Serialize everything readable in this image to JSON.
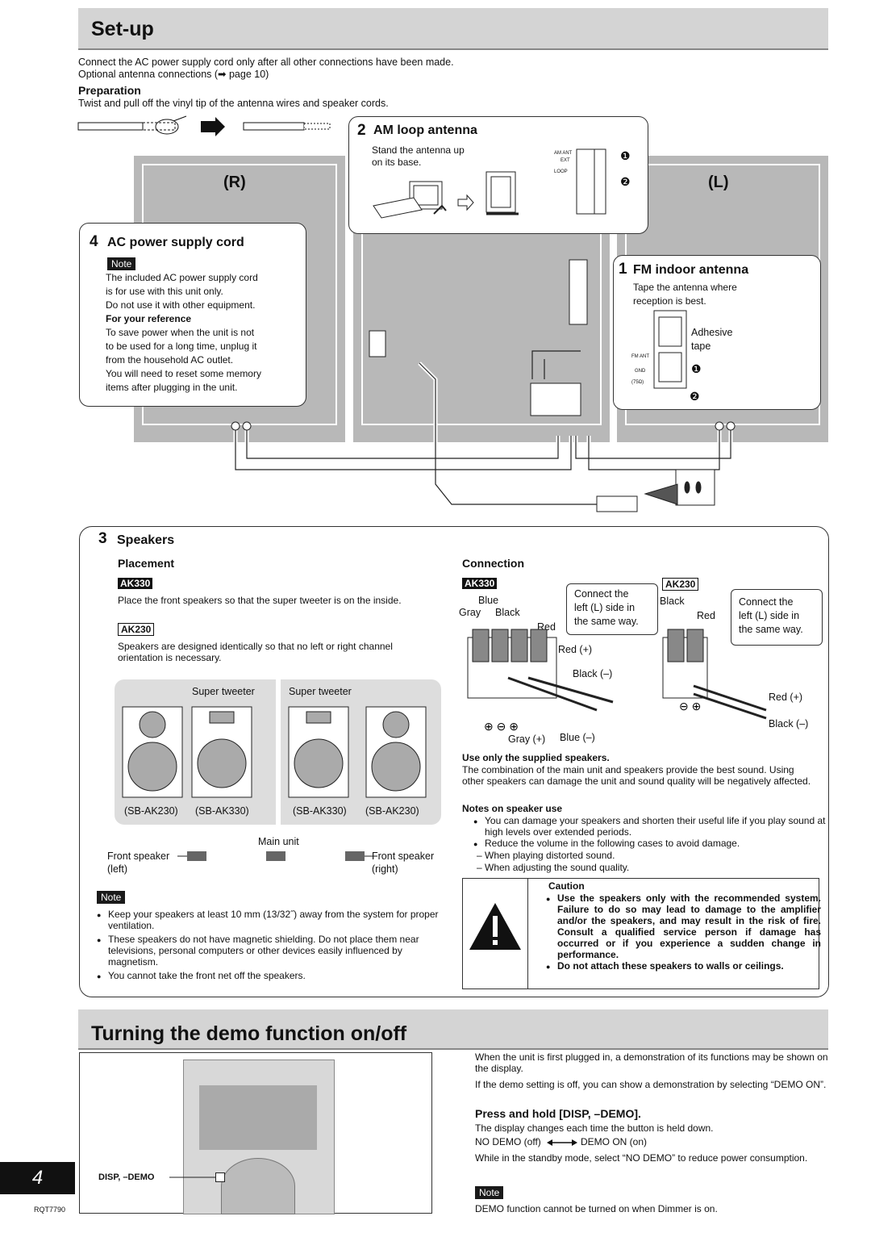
{
  "setup": {
    "title": "Set-up",
    "intro1": "Connect the AC power supply cord only after all other connections have been made.",
    "intro2": "Optional antenna connections (➡ page 10)",
    "prep_title": "Preparation",
    "prep_text": "Twist and pull off the vinyl tip of the antenna wires and speaker cords.",
    "label_r": "(R)",
    "label_l": "(L)"
  },
  "am": {
    "num": "2",
    "title": "AM loop antenna",
    "text1": "Stand the antenna up",
    "text2": "on its base.",
    "term1": "AM ANT",
    "term2": "EXT",
    "term3": "LOOP",
    "n1": "❶",
    "n2": "❷"
  },
  "ac": {
    "num": "4",
    "title": "AC power supply cord",
    "note": "Note",
    "l1": "The included AC power supply cord",
    "l2": "is for use with this unit only.",
    "l3": "Do not use it with other equipment.",
    "ref_title": "For your reference",
    "l4": "To save power when the unit is not",
    "l5": "to be used for a long time, unplug it",
    "l6": "from the household AC outlet.",
    "l7": "You will need to reset some memory",
    "l8": "items after plugging in the unit."
  },
  "fm": {
    "num": "1",
    "title": "FM indoor antenna",
    "l1": "Tape the antenna where",
    "l2": "reception is best.",
    "adhesive": "Adhesive",
    "tape": "tape",
    "t1": "FM ANT",
    "t2": "GND",
    "t3": "(75Ω)",
    "n1": "❶",
    "n2": "❷"
  },
  "speakers": {
    "num": "3",
    "title": "Speakers",
    "placement": "Placement",
    "ak330": "AK330",
    "ak230": "AK230",
    "p1": "Place the front speakers so that the super tweeter is on the inside.",
    "p2": "Speakers are designed identically so that no left or right channel orientation is necessary.",
    "super_tweeter": "Super tweeter",
    "sb230": "(SB-AK230)",
    "sb330": "(SB-AK330)",
    "main_unit": "Main unit",
    "front_left_1": "Front speaker",
    "front_left_2": "(left)",
    "front_right_1": "Front speaker",
    "front_right_2": "(right)",
    "note": "Note",
    "n1": "Keep your speakers at least 10 mm (13/32˝) away from the system for proper ventilation.",
    "n2": "These speakers do not have magnetic shielding. Do not place them near televisions, personal computers or other devices easily influenced by magnetism.",
    "n3": "You cannot take the front net off the speakers.",
    "connection": "Connection",
    "blue": "Blue",
    "gray": "Gray",
    "black": "Black",
    "red": "Red",
    "same1": "Connect the",
    "same2": "left (L) side in",
    "same3": "the same way.",
    "red_plus": "Red (+)",
    "black_minus": "Black (–)",
    "gray_plus": "Gray (+)",
    "blue_minus": "Blue (–)",
    "use_only": "Use only the supplied speakers.",
    "use_text": "The combination of the main unit and speakers provide the best sound. Using other speakers can damage the unit and sound quality will be negatively affected.",
    "notes_title": "Notes on speaker use",
    "nu1": "You can damage your speakers and shorten their useful life if you play sound at high levels over extended periods.",
    "nu2": "Reduce the volume in the following cases to avoid damage.",
    "nu3": "– When playing distorted sound.",
    "nu4": "– When adjusting the sound quality.",
    "caution": "Caution",
    "c1": "Use the speakers only with the recommended system. Failure to do so may lead to damage to the amplifier and/or the speakers, and may result in the risk of fire. Consult a qualified service person if damage has occurred or if you experience a sudden change in performance.",
    "c2": "Do not attach these speakers to walls or ceilings."
  },
  "demo": {
    "title": "Turning the demo function on/off",
    "t1": "When the unit is first plugged in, a demonstration of its functions may be shown on the display.",
    "t2": "If the demo setting is off, you can show a demonstration by selecting “DEMO ON”.",
    "press": "Press and hold [DISP, –DEMO].",
    "t3": "The display changes each time the button is held down.",
    "no_demo": "NO DEMO (off)",
    "demo_on": "DEMO ON (on)",
    "t4": "While in the standby mode, select “NO DEMO” to reduce power consumption.",
    "note": "Note",
    "t5": "DEMO function cannot be turned on when Dimmer is on.",
    "btn_label": "DISP, –DEMO"
  },
  "footer": {
    "page": "4",
    "code": "RQT7790"
  }
}
